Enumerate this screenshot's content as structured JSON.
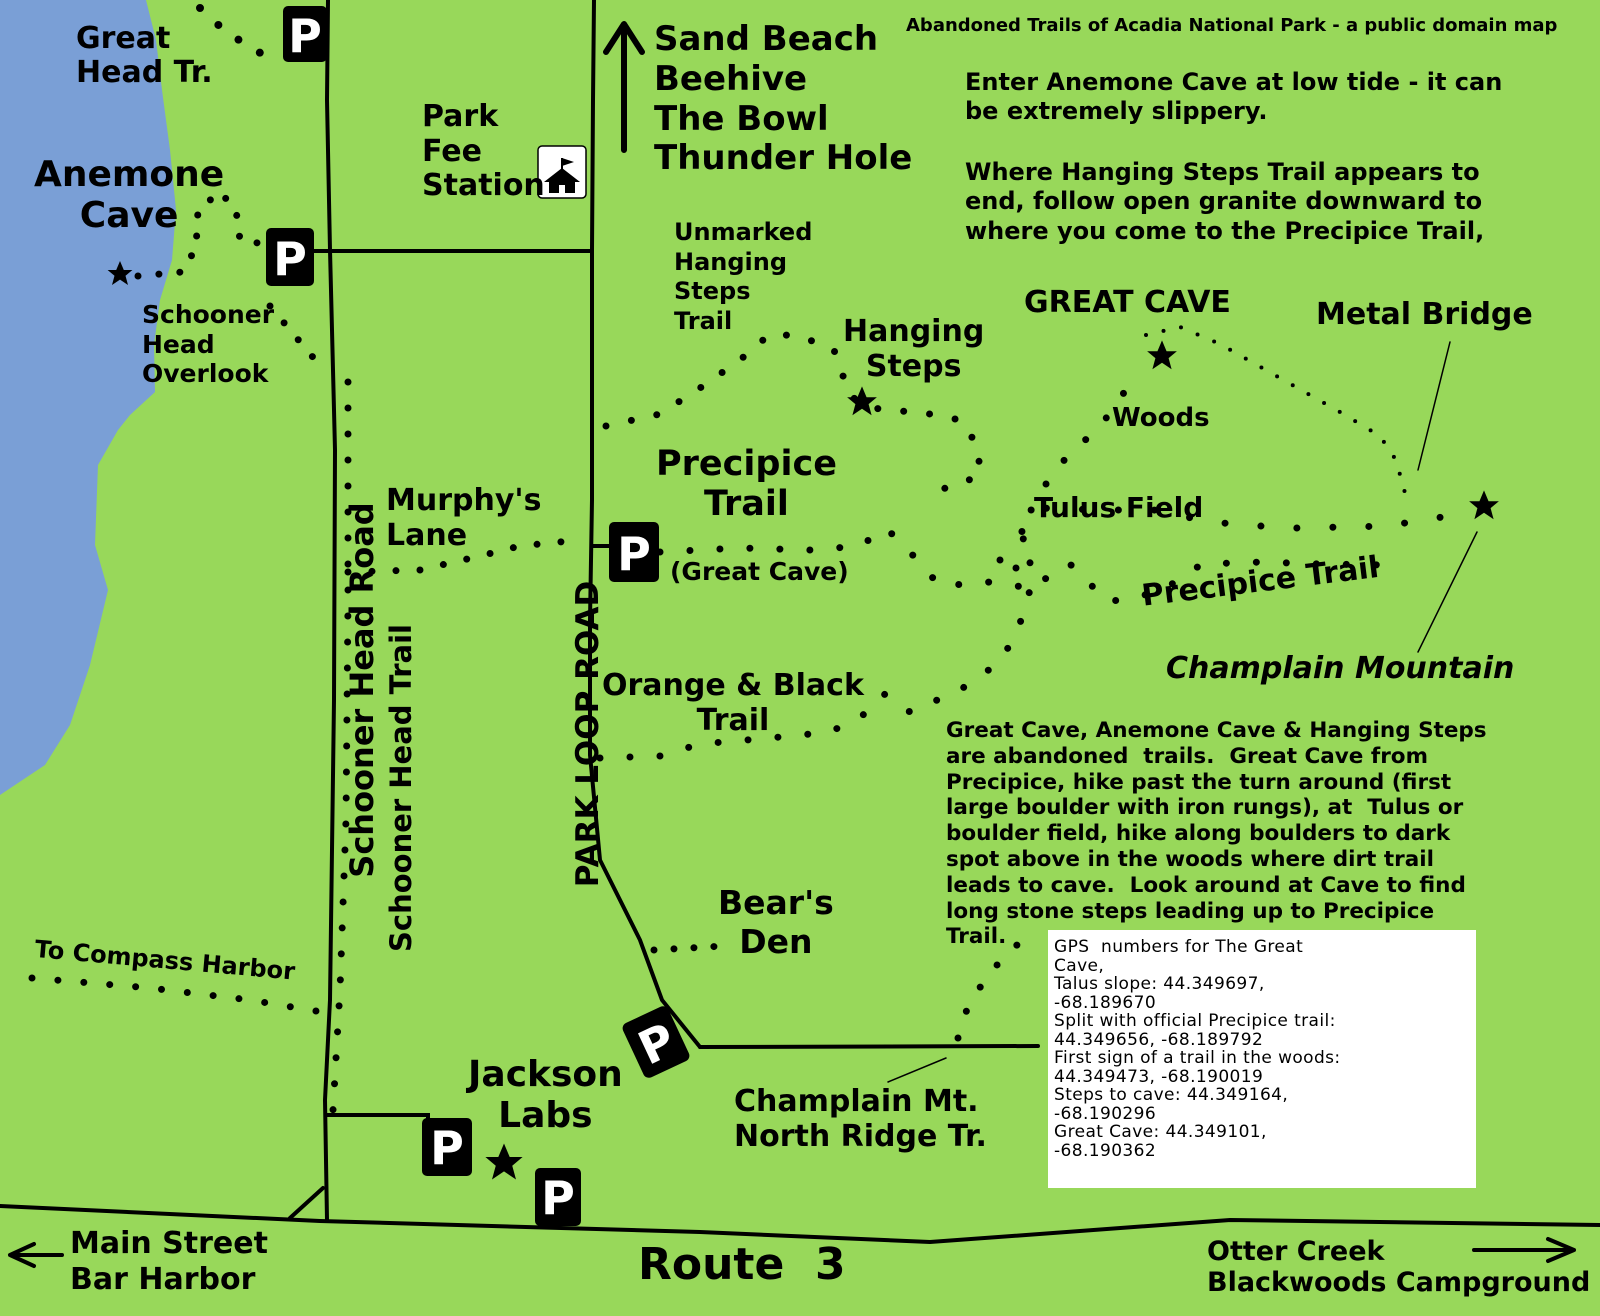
{
  "title": "Abandoned Trails of Acadia National Park - a public domain map",
  "colors": {
    "land": "#98d85a",
    "water": "#7a9fd6",
    "ink": "#000000",
    "parking_text": "#ffffff",
    "gps_box": "#ffffff"
  },
  "icons": [
    "parking-icon",
    "ranger-station-icon",
    "star-icon",
    "arrow-up-icon",
    "arrow-left-icon",
    "arrow-right-icon"
  ],
  "labels": {
    "great_head": "Great\nHead Tr.",
    "anemone_cave": "Anemone\nCave",
    "schooner_head_overlook": "Schooner\nHead\nOverlook",
    "park_fee_station": "Park\nFee\nStation",
    "sand_beach": "Sand Beach\nBeehive\nThe Bowl\nThunder Hole",
    "unmarked_hanging_steps": "Unmarked\nHanging\nSteps\nTrail",
    "hanging_steps": "Hanging\nSteps",
    "great_cave": "GREAT CAVE",
    "metal_bridge": "Metal Bridge",
    "woods": "Woods",
    "tulus_field": "Tulus Field",
    "precipice_trail": "Precipice\nTrail",
    "great_cave_paren": "(Great Cave)",
    "precipice_trail_curved": "Precipice Trail",
    "champlain_mountain": "Champlain Mountain",
    "murphys_lane": "Murphy's\nLane",
    "orange_black": "Orange & Black\nTrail",
    "bears_den": "Bear's\nDen",
    "jackson_labs": "Jackson\nLabs",
    "champlain_north_ridge": "Champlain Mt.\nNorth Ridge Tr.",
    "to_compass_harbor": "To Compass Harbor",
    "main_street": "Main Street\nBar Harbor",
    "route_3": "Route  3",
    "otter_creek": "Otter Creek\nBlackwoods Campground",
    "schooner_head_road": "Schooner Head Road",
    "schooner_head_trail": "Schooner Head Trail",
    "park_loop_road": "PARK LOOP ROAD"
  },
  "parking_symbol": "P",
  "notes": {
    "note1": "Enter Anemone Cave at low tide - it can\nbe extremely slippery.",
    "note2": "Where Hanging Steps Trail appears to\nend, follow open granite downward to\nwhere you come to the Precipice Trail,",
    "note3": "Great Cave, Anemone Cave & Hanging Steps\nare abandoned  trails.  Great Cave from\nPrecipice, hike past the turn around (first\nlarge boulder with iron rungs), at  Tulus or\nboulder field, hike along boulders to dark\nspot above in the woods where dirt trail\nleads to cave.  Look around at Cave to find\nlong stone steps leading up to Precipice\nTrail."
  },
  "gps": {
    "lines": [
      "GPS  numbers for The Great",
      "Cave,",
      "",
      "Talus slope: 44.349697,",
      "-68.189670",
      "Split with official Precipice trail:",
      "44.349656, -68.189792",
      "First sign of a trail in the woods:",
      "44.349473, -68.190019",
      "Steps to cave: 44.349164,",
      "-68.190296",
      "Great Cave: 44.349101,",
      "-68.190362"
    ]
  }
}
